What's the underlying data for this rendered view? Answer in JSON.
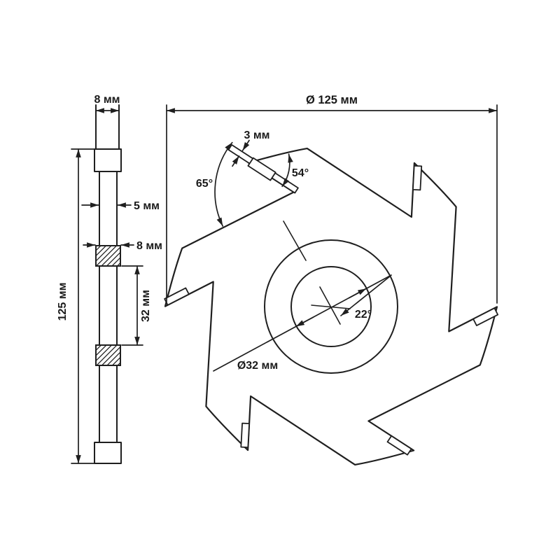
{
  "front_view": {
    "diameter_label": "Ø 125 мм",
    "insert_thickness_label": "3 мм",
    "tooth_angle_label": "54°",
    "gullet_angle_label": "65°",
    "rake_angle_label": "22°",
    "bore_diameter_label": "Ø32 мм",
    "teeth_count": 6
  },
  "side_view": {
    "tooth_width_label": "8 мм",
    "disc_thickness_label": "5 мм",
    "hub_width_label": "8 мм",
    "bore_height_label": "32 мм",
    "overall_diameter_label": "125 мм"
  },
  "colors": {
    "line": "#1f1f1f",
    "background": "#ffffff"
  }
}
